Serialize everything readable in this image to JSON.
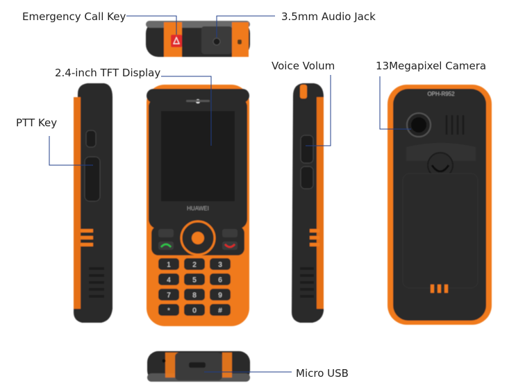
{
  "labels": {
    "emergency_call_key": "Emergency Call Key",
    "audio_jack": "3.5mm Audio Jack",
    "tft_display": "2.4-inch TFT Display",
    "voice_volume": "Voice Volum",
    "camera": "13Megapixel Camera",
    "ptt_key": "PTT Key",
    "micro_usb": "Micro USB"
  },
  "device": {
    "brand": "HUAWEI",
    "model": "OPH-R952",
    "soft_key_left": "",
    "soft_key_right": ""
  },
  "keypad": [
    "1",
    "2",
    "3",
    "4",
    "5",
    "6",
    "7",
    "8",
    "9",
    "*",
    "0",
    "#"
  ],
  "colors": {
    "body_orange": "#f07a1e",
    "body_dark": "#2c2c2c",
    "screen": "#1a1a1a",
    "emergency_red": "#e02a2a",
    "leader_line": "#1f3e8a"
  }
}
